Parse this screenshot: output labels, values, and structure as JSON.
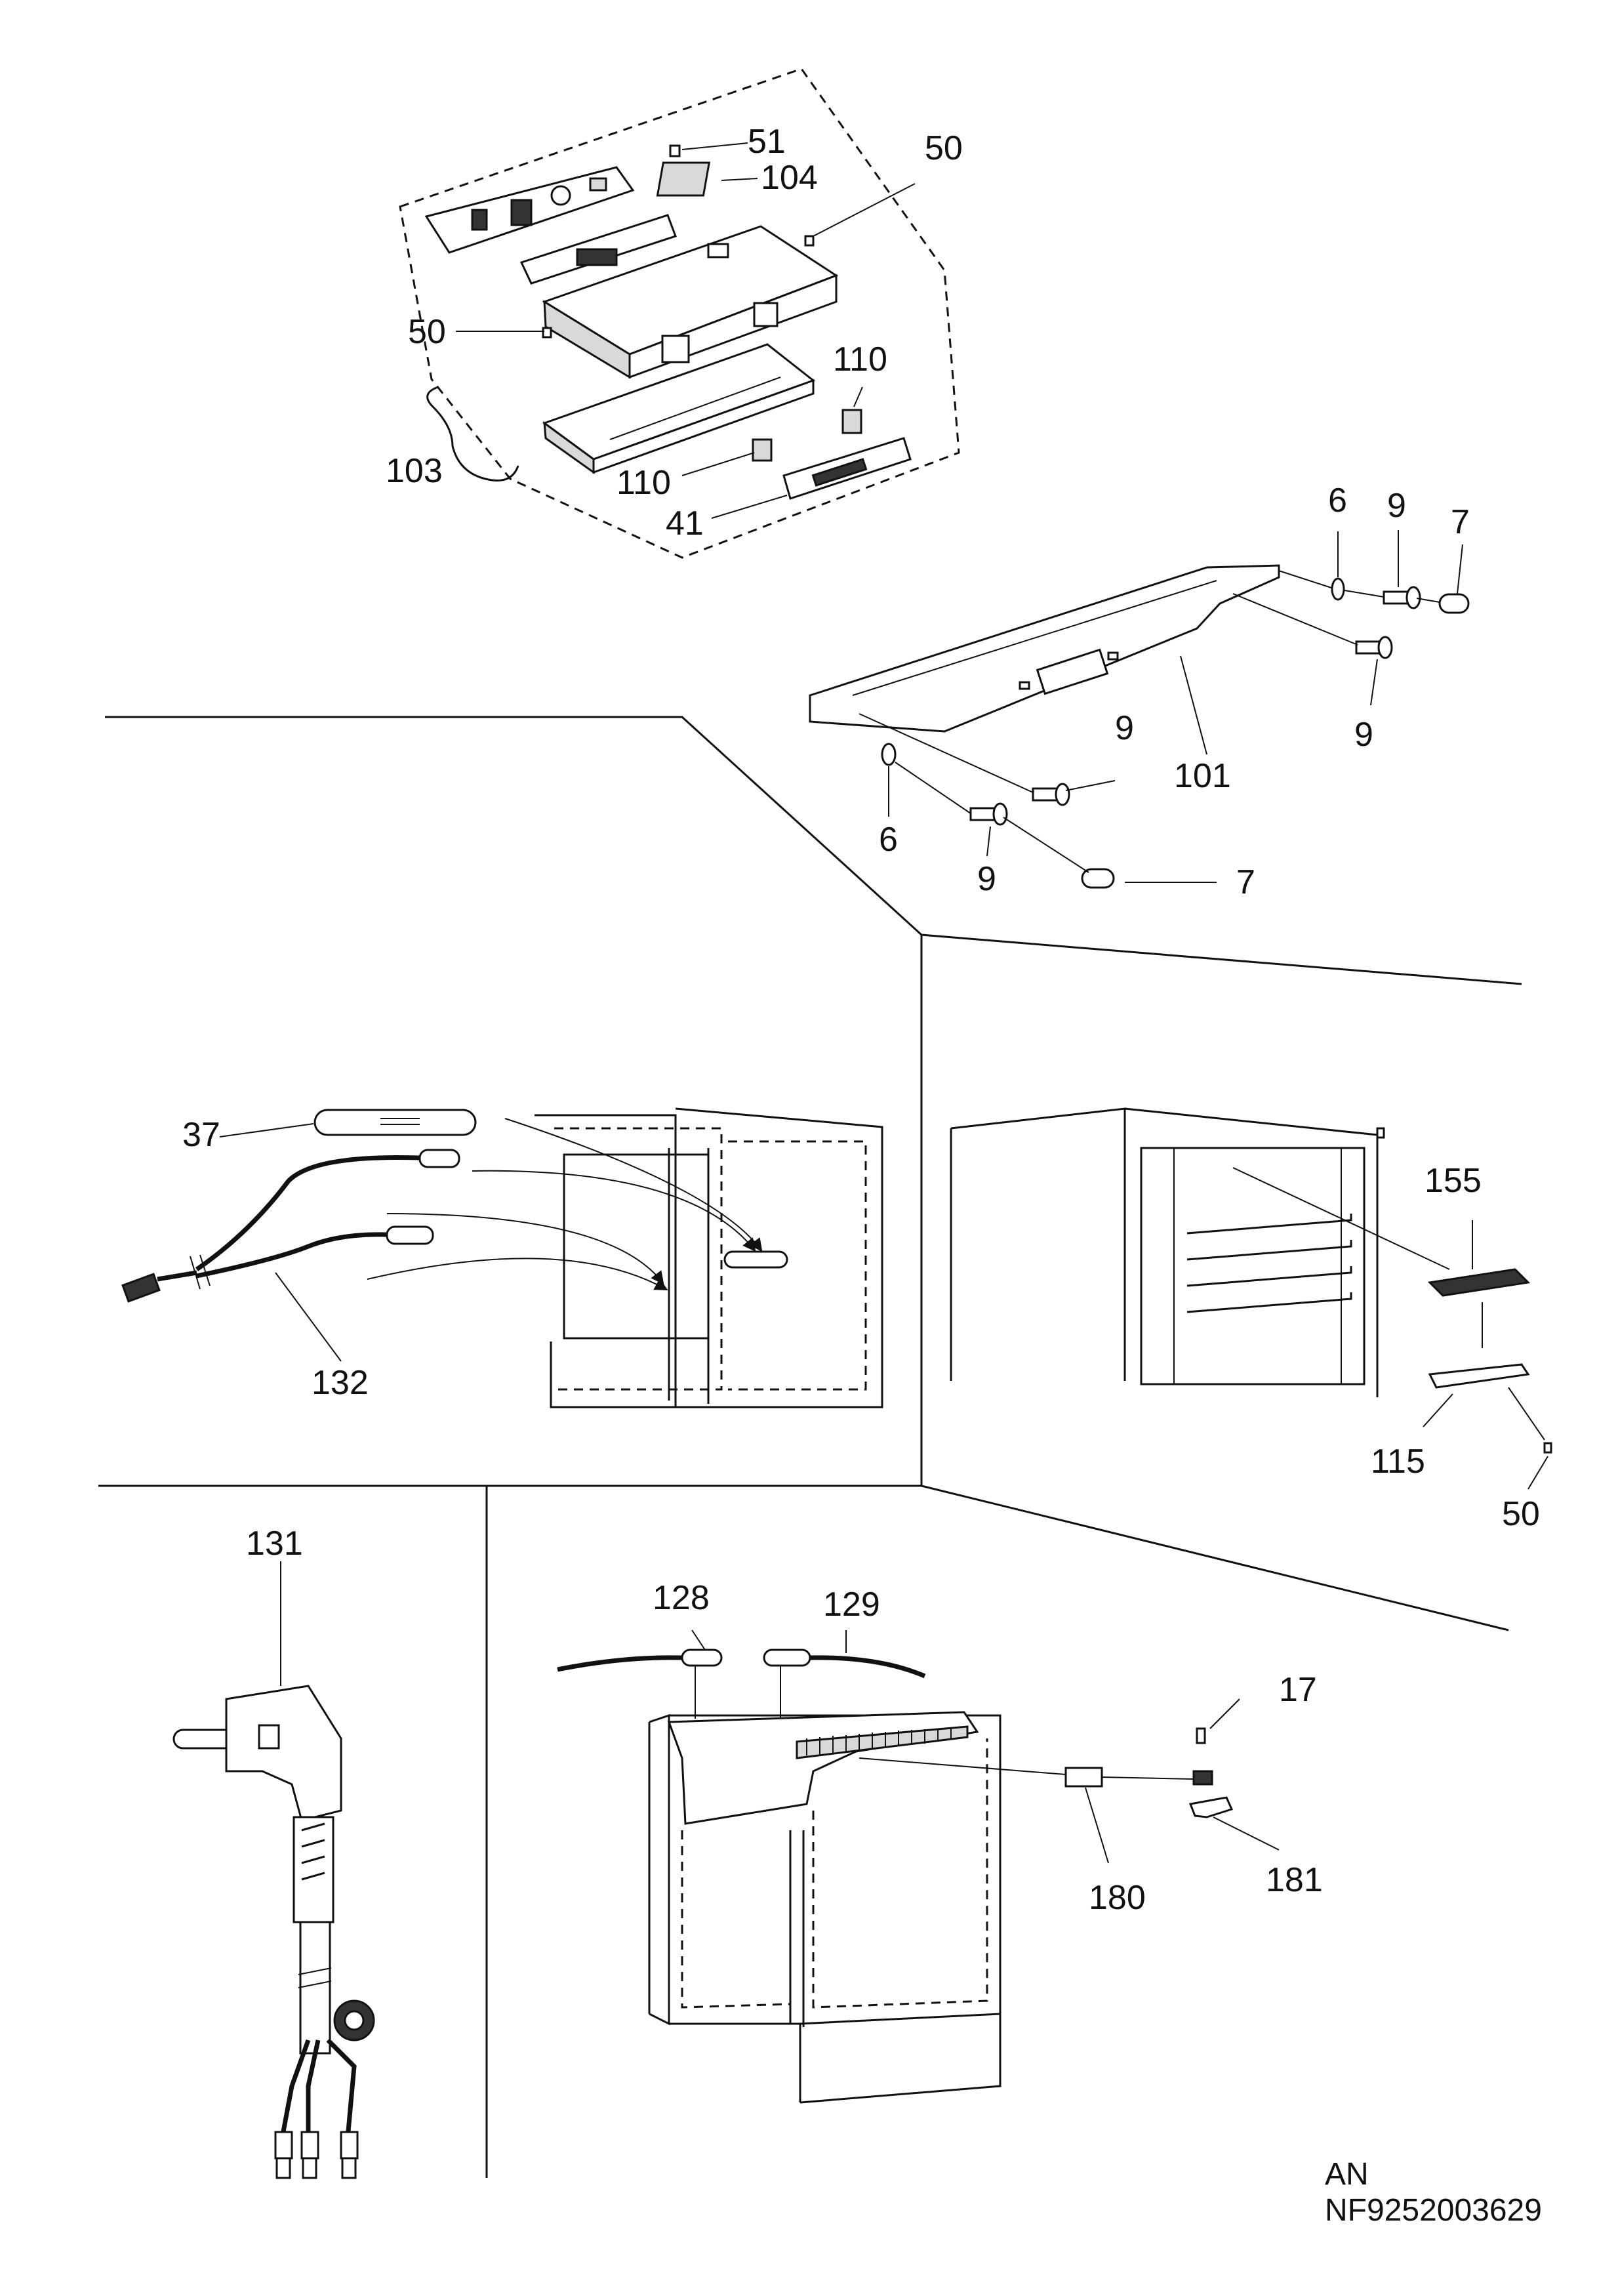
{
  "labels": {
    "l51": "51",
    "l104": "104",
    "l50a": "50",
    "l50b": "50",
    "l110a": "110",
    "l110b": "110",
    "l103": "103",
    "l41": "41",
    "l6a": "6",
    "l9a": "9",
    "l7a": "7",
    "l9b": "9",
    "l101": "101",
    "l9c": "9",
    "l6b": "6",
    "l9d": "9",
    "l7b": "7",
    "l37": "37",
    "l132": "132",
    "l155": "155",
    "l115": "115",
    "l50c": "50",
    "l131": "131",
    "l128": "128",
    "l129": "129",
    "l17": "17",
    "l180": "180",
    "l181": "181"
  },
  "footer": {
    "market": "AN",
    "doc_code": "NF9252003629"
  }
}
